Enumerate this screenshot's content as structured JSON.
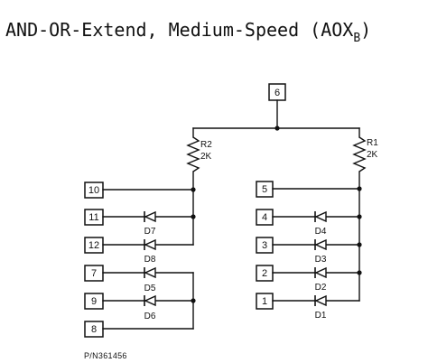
{
  "title": {
    "main": "AND-OR-Extend, Medium-Speed (AOX",
    "subscript": "B",
    "close": ")"
  },
  "vcc_pin": "6",
  "resistors": [
    {
      "id": "R2",
      "value": "2K"
    },
    {
      "id": "R1",
      "value": "2K"
    }
  ],
  "left_gate": {
    "collector_pin": "10",
    "inputs": [
      {
        "pin": "11",
        "diode": "D7"
      },
      {
        "pin": "12",
        "diode": "D8"
      }
    ],
    "extend_inputs": [
      {
        "pin": "7",
        "diode": "D5"
      },
      {
        "pin": "9",
        "diode": "D6"
      }
    ],
    "extend_output_pin": "8"
  },
  "right_gate": {
    "output_pin": "5",
    "inputs": [
      {
        "pin": "4",
        "diode": "D4"
      },
      {
        "pin": "3",
        "diode": "D3"
      },
      {
        "pin": "2",
        "diode": "D2"
      },
      {
        "pin": "1",
        "diode": "D1"
      }
    ]
  },
  "part_number": "P/N361456"
}
